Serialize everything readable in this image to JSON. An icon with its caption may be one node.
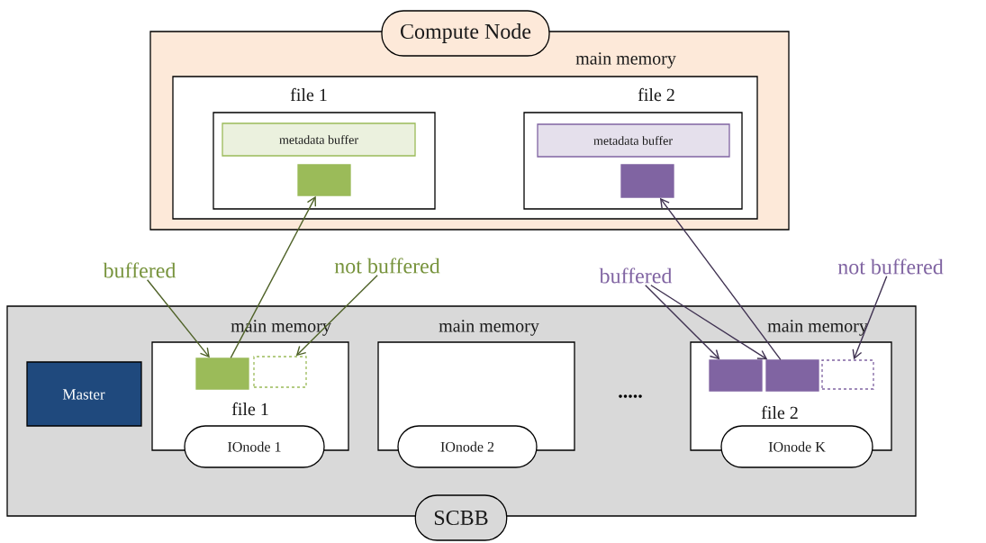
{
  "diagram": {
    "nodes": [
      {
        "text": [
          "Compute Node"
        ]
      },
      {
        "text": [
          "main memory"
        ],
        "in": 0
      },
      {
        "text": [
          "file 1"
        ],
        "in": 1
      },
      {
        "text": [
          "metadata buffer"
        ],
        "in": 2
      },
      {
        "text": [],
        "shape": "box",
        "in": 2
      },
      {
        "text": [
          "file 2"
        ],
        "in": 1
      },
      {
        "text": [
          "metadata buffer"
        ],
        "in": 5
      },
      {
        "text": [],
        "shape": "box",
        "in": 5
      },
      {
        "text": [
          "buffered"
        ]
      },
      {
        "text": [
          "not buffered"
        ]
      },
      {
        "text": [
          "buffered"
        ]
      },
      {
        "text": [
          "not buffered"
        ]
      },
      {
        "text": [
          "SCBB"
        ]
      },
      {
        "text": [
          "Master"
        ],
        "in": 12
      },
      {
        "text": [
          "main memory",
          "file 1"
        ],
        "in": 12
      },
      {
        "text": [],
        "shape": "box",
        "in": 14
      },
      {
        "text": [],
        "shape": "box",
        "in": 14
      },
      {
        "text": [
          "IOnode 1"
        ],
        "in": 12
      },
      {
        "text": [
          "main memory"
        ],
        "in": 12
      },
      {
        "text": [
          "IOnode 2"
        ],
        "in": 12
      },
      {
        "text": [
          "main memory",
          "file 2"
        ],
        "in": 12
      },
      {
        "text": [],
        "shape": "box",
        "in": 20
      },
      {
        "text": [],
        "shape": "box",
        "in": 20
      },
      {
        "text": [],
        "shape": "box",
        "in": 20
      },
      {
        "text": [
          "IOnode K"
        ],
        "in": 12
      }
    ],
    "edges": [
      {
        "from": 15,
        "to": 4,
        "arrow": "to",
        "color": "#4f6228"
      },
      {
        "from": 8,
        "to": 15,
        "arrow": "to",
        "color": "#4f6228"
      },
      {
        "from": 9,
        "to": 16,
        "arrow": "to",
        "color": "#4f6228"
      },
      {
        "from": 22,
        "to": 7,
        "arrow": "to",
        "color": "#3f3151"
      },
      {
        "from": 10,
        "to": 21,
        "arrow": "to",
        "color": "#3f3151"
      },
      {
        "from": 10,
        "to": 22,
        "arrow": "to",
        "color": "#3f3151"
      },
      {
        "from": 11,
        "to": 23,
        "arrow": "to",
        "color": "#3f3151"
      }
    ],
    "labels": [
      "....."
    ]
  }
}
